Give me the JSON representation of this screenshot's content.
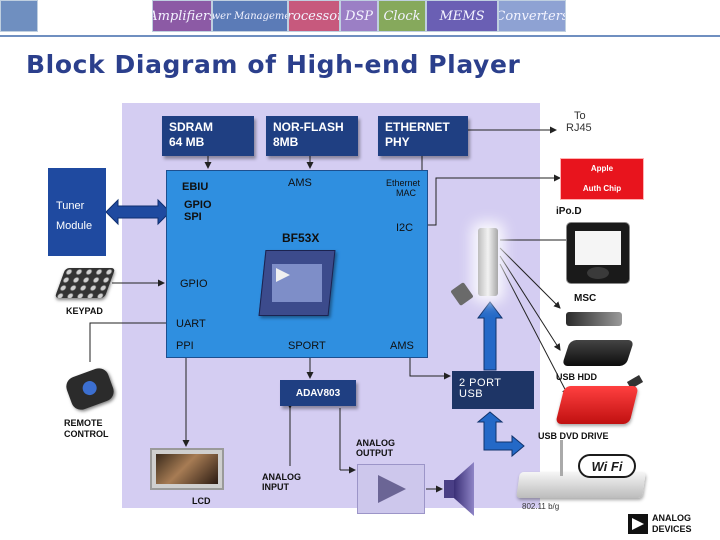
{
  "banner": {
    "tiles": [
      {
        "label": "",
        "color": "#6f8fc0"
      },
      {
        "label": "Amplifiers",
        "color": "#8c5aa5"
      },
      {
        "label": "Power Management",
        "color": "#5b7bb7"
      },
      {
        "label": "Processors",
        "color": "#c7597d"
      },
      {
        "label": "DSP",
        "color": "#9b7fc5"
      },
      {
        "label": "Clock",
        "color": "#86a95c"
      },
      {
        "label": "MEMS",
        "color": "#6a5fb4"
      },
      {
        "label": "Converters",
        "color": "#8ea2d3"
      }
    ]
  },
  "title": "Block Diagram of High-end Player",
  "blocks": {
    "sdram": {
      "line1": "SDRAM",
      "line2": "64 MB"
    },
    "norflash": {
      "line1": "NOR-FLASH",
      "line2": "8MB"
    },
    "ethernet_phy": {
      "line1": "ETHERNET",
      "line2": "PHY"
    },
    "tuner": {
      "line1": "Tuner",
      "line2": "Module"
    },
    "usb": {
      "line1": "2 PORT",
      "line2": "USB"
    },
    "adav": "ADAV803",
    "apple": {
      "line1": "Apple",
      "line2": "Auth Chip"
    }
  },
  "chip_labels": {
    "ebiu": "EBIU",
    "gpio_spi_1": "GPIO",
    "gpio_spi_2": "SPI",
    "ams_top": "AMS",
    "eth_mac_1": "Ethernet",
    "eth_mac_2": "MAC",
    "i2c": "I2C",
    "bf53x": "BF53X",
    "gpio": "GPIO",
    "uart": "UART",
    "ppi": "PPI",
    "sport": "SPORT",
    "ams_bottom": "AMS"
  },
  "labels": {
    "to_rj45_1": "To",
    "to_rj45_2": "RJ45",
    "ipod": "iPo.D",
    "msc": "MSC",
    "usb_hdd": "USB HDD",
    "usb_dvd": "USB DVD DRIVE",
    "keypad": "KEYPAD",
    "remote_1": "REMOTE",
    "remote_2": "CONTROL",
    "lcd": "LCD",
    "analog_input_1": "ANALOG",
    "analog_input_2": "INPUT",
    "analog_output_1": "ANALOG",
    "analog_output_2": "OUTPUT",
    "wifi": "Wi Fi",
    "wifi_std": "802.11 b/g",
    "logo_1": "ANALOG",
    "logo_2": "DEVICES"
  },
  "colors": {
    "chip": "#2f8fe0",
    "background_panel": "#d4cdf2",
    "dark_block": "#1f3f82",
    "title": "#2b3f8c",
    "apple": "#e8141d"
  }
}
